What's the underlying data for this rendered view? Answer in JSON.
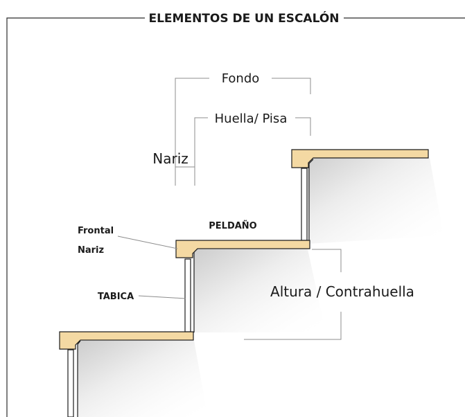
{
  "diagram": {
    "title": "ELEMENTOS DE UN ESCALÓN",
    "labels": {
      "fondo": "Fondo",
      "huella": "Huella/ Pisa",
      "nariz": "Nariz",
      "peldano": "PELDAÑO",
      "frontal": "Frontal",
      "frontal_nariz": "Nariz",
      "tabica": "TABICA",
      "altura": "Altura / Contrahuella"
    },
    "colors": {
      "tread_fill": "#f4d9a3",
      "line": "#1c1c1c",
      "guide": "#8c8c8c",
      "shadow": "#d6d6d6"
    }
  }
}
